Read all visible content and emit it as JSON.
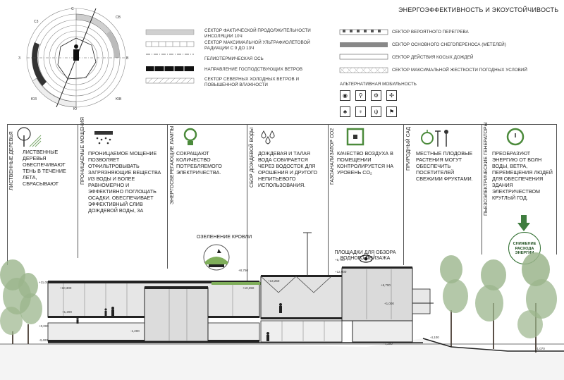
{
  "title": "ЭНЕРГОЭФФЕКТИВНОСТЬ И ЭКОУСТОЙЧИВОСТЬ",
  "legend_left": [
    {
      "text": "СЕКТОР ФАКТИЧЕСКОЙ ПРОДОЛЖИТЕЛЬНОСТИ ИНСОЛЯЦИИ 10Ч",
      "pattern": "light-gray"
    },
    {
      "text": "СЕКТОР МАКСИМАЛЬНОЙ УЛЬТРАФИОЛЕТОВОЙ РАДИАЦИИ С 9 ДО 13Ч",
      "pattern": "hatched"
    },
    {
      "text": "ГЕЛИОТЕРМИЧЕСКАЯ ОСЬ",
      "pattern": "dash-dot"
    },
    {
      "text": "НАПРАВЛЕНИЕ ГОСПОДСТВУЮЩИХ ВЕТРОВ",
      "pattern": "black-dashes"
    },
    {
      "text": "СЕКТОР СЕВЕРНЫХ ХОЛОДНЫХ ВЕТРОВ И ПОВЫШЕННОЙ ВЛАЖНОСТИ",
      "pattern": "diagonal"
    }
  ],
  "legend_right": [
    {
      "text": "СЕКТОР ВЕРОЯТНОГО ПЕРЕГРЕВА",
      "pattern": "battlement"
    },
    {
      "text": "СЕКТОР ОСНОВНОГО СНЕГОПЕРЕНОСА (МЕТЕЛЕЙ)",
      "pattern": "dark-gray"
    },
    {
      "text": "СЕКТОР ДЕЙСТВИЯ КОСЫХ ДОЖДЕЙ",
      "pattern": "outline"
    },
    {
      "text": "СЕКТОР МАКСИМАЛЬНОЙ ЖЕСТКОСТИ ПОГОДНЫХ УСЛОВИЙ",
      "pattern": "cross-hatch"
    }
  ],
  "mobility_title": "АЛЬТЕРНАТИВНАЯ МОБИЛЬНОСТЬ",
  "mobility_icons": [
    "eye-icon",
    "walk-icon",
    "bike-icon",
    "arrows-icon",
    "plant-icon",
    "drink-icon",
    "food-icon",
    "flag-icon"
  ],
  "compass": {
    "labels": [
      "С3",
      "С",
      "СВ",
      "В",
      "ЮВ",
      "Ю",
      "ЮЗ",
      "З"
    ]
  },
  "columns": [
    {
      "label": "ЛИСТВЕННЫЕ ДЕРЕВЬЯ",
      "text": "ЛИСТВЕННЫЕ ДЕРЕВЬЯ ОБЕСПЕЧИВАЮТ ТЕНЬ В ТЕЧЕНИЕ ЛЕТА, СБРАСЫВАЮТ"
    },
    {
      "label": "ПРОНИЦАЕМЫЕ МОЩЕНИЯ",
      "text": "ПРОНИЦАЕМОЕ МОЩЕНИЕ ПОЗВОЛЯЕТ ОТФИЛЬТРОВЫВАТЬ ЗАГРЯЗНЯЮЩИЕ ВЕЩЕСТВА ИЗ ВОДЫ И БОЛЕЕ РАВНОМЕРНО И ЭФФЕКТИВНО ПОГЛОЩАТЬ ОСАДКИ. ОБЕСПЕЧИВАЕТ ЭФФЕКТИВНЫЙ СЛИВ ДОЖДЕВОЙ ВОДЫ, ЗА"
    },
    {
      "label": "ЭНЕРГОСБЕРЕГАЮЩИЕ ЛАМПЫ",
      "text": "СОКРАЩАЮТ КОЛИЧЕСТВО ПОТРЕБЛЯЕМОГО ЭЛЕКТРИЧЕСТВА."
    },
    {
      "label": "СБОР ДОЖДЕВОЙ ВОДЫ",
      "text": "ДОЖДЕВАЯ И ТАЛАЯ ВОДА СОБИРАЕТСЯ ЧЕРЕЗ ВОДОСТОК ДЛЯ ОРОШЕНИЯ И ДРУГОГО НЕПИТЬЕВОГО ИСПОЛЬЗОВАНИЯ."
    },
    {
      "label": "ГАЗОАНАЛИЗАТОР СО2",
      "text": "КАЧЕСТВО ВОЗДУХА В ПОМЕЩЕНИИ КОНТРОЛИРУЕТСЯ НА УРОВЕНЬ СО₂"
    },
    {
      "label": "ПРИРОДНЫЙ САД",
      "text": "МЕСТНЫЕ ПЛОДОВЫЕ РАСТЕНИЯ МОГУТ ОБЕСПЕЧИТЬ ПОСЕТИТЕЛЕЙ СВЕЖИМИ ФРУКТАМИ."
    },
    {
      "label": "ПЬЕЗОЭЛЕКТРИЧЕСКИЕ ГЕНЕРАТОРЫ",
      "text": "ПРЕОБРАЗУЮТ ЭНЕРГИЮ ОТ ВОЛН ВОДЫ, ВЕТРА, ПЕРЕМЕЩЕНИЯ ЛЮДЕЙ ДЛЯ ОБЕСПЕЧЕНИЯ ЗДАНИЯ ЭЛЕКТРИЧЕСТВОМ КРУГЛЫЙ ГОД."
    }
  ],
  "callouts": {
    "roof": "ОЗЕЛЕНЕНИЕ КРОВЛИ",
    "platform": "ПЛОЩАДКИ ДЛЯ ОБЗОРА ВОДНОГО ПЕЙЗАЖА",
    "energy": "СНИЖЕНИЕ РАСХОДА ЭНЕРГИИ"
  },
  "levels": [
    "+11,000",
    "+10,300",
    "+1,200",
    "+0,000",
    "-1,200",
    "-3,400",
    "+8,750",
    "+13,250",
    "+10,350",
    "+5,700",
    "+6,700",
    "+1,000",
    "-4,100",
    "-7,200",
    "-1,070",
    "+12,000"
  ],
  "colors": {
    "tree": "#9bb58c",
    "trunk": "#5b5048",
    "roof_green": "#7fae5a",
    "accent_green": "#2f6e2f"
  }
}
